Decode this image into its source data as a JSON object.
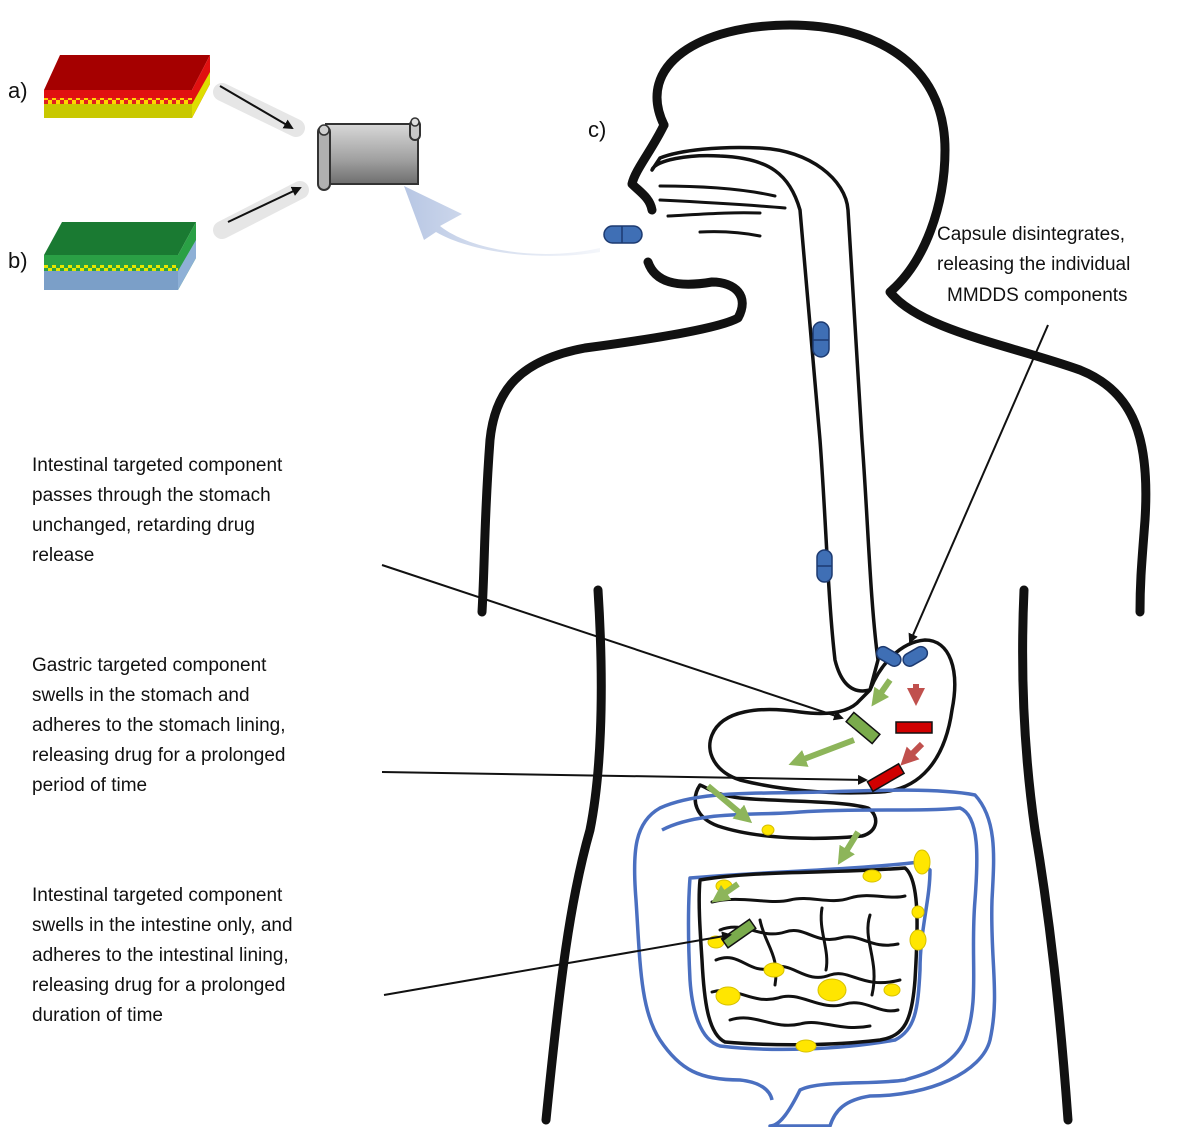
{
  "panel_labels": {
    "a": "a)",
    "b": "b)",
    "c": "c)"
  },
  "annotations": {
    "capsule": [
      "Capsule disintegrates,",
      "releasing the individual",
      "MMDDS components"
    ],
    "passes": [
      "Intestinal targeted component",
      "passes through the stomach",
      "unchanged, retarding drug",
      "release"
    ],
    "gastric": [
      "Gastric targeted component",
      "swells in the stomach and",
      "adheres to the stomach lining,",
      "releasing drug for a prolonged",
      "period of time"
    ],
    "intestinal": [
      "Intestinal targeted component",
      "swells in the intestine only, and",
      "adheres to the intestinal lining,",
      "releasing drug for a prolonged",
      "duration of time"
    ]
  },
  "colors": {
    "gastric_top": "#a50000",
    "gastric_side": "#e01010",
    "gastric_base": "#c8c800",
    "intestinal_top": "#1a7a32",
    "intestinal_side": "#2aa045",
    "intestinal_base": "#7b9fc8",
    "capsule": "#3f6fb5",
    "colon": "#4a6fc0",
    "green_arrow": "#8db55a",
    "red_arrow": "#c0504d",
    "adhesion": "#ffe600"
  }
}
